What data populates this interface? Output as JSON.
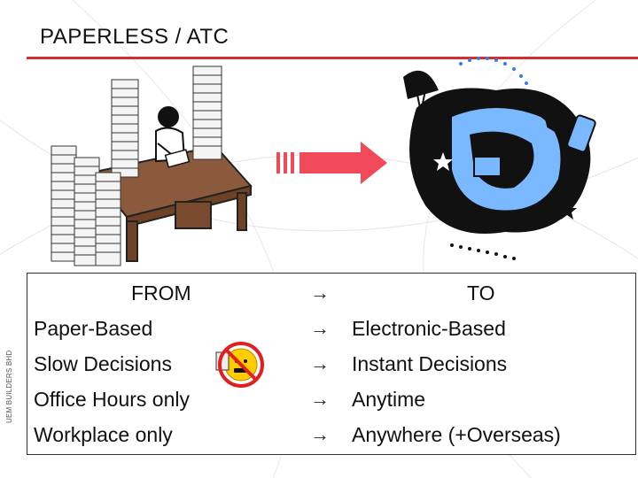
{
  "slide": {
    "title": "PAPERLESS / ATC",
    "side_label": "UEM BUILDERS BHD",
    "accent_color": "#d32f2f",
    "arrow_color": "#f04a5a"
  },
  "comparison": {
    "from_header": "FROM",
    "to_header": "TO",
    "arrow_glyph": "→",
    "rows": [
      {
        "from": "Paper-Based",
        "to": "Electronic-Based"
      },
      {
        "from": "Slow Decisions",
        "to": "Instant Decisions"
      },
      {
        "from": "Office Hours only",
        "to": "Anytime"
      },
      {
        "from": "Workplace only",
        "to": "Anywhere (+Overseas)"
      }
    ]
  },
  "icons": {
    "left_illustration": "paper-desk-clipart",
    "center_arrow": "right-arrow-icon",
    "right_illustration": "mobile-worker-clipart",
    "no_sign": "prohibited-sign-icon"
  }
}
